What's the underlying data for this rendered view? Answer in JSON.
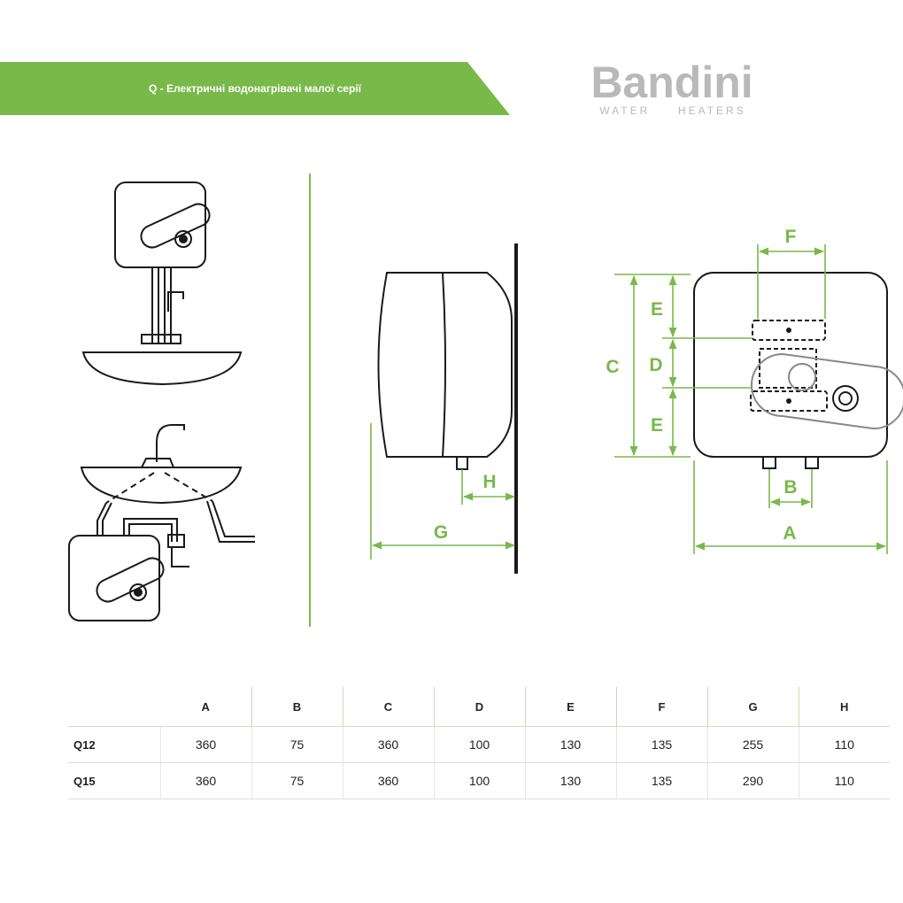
{
  "banner": {
    "title": "Q - Електричні водонагрівачі малої серії",
    "color": "#78b94a"
  },
  "logo": {
    "name": "Bandini",
    "tagline": "WATER     HEATERS"
  },
  "diagram": {
    "accent_color": "#78b94a",
    "labels": {
      "A": "A",
      "B": "B",
      "C": "C",
      "D": "D",
      "E_top": "E",
      "E_bottom": "E",
      "F": "F",
      "G": "G",
      "H": "H"
    }
  },
  "table": {
    "columns": [
      "A",
      "B",
      "C",
      "D",
      "E",
      "F",
      "G",
      "H"
    ],
    "rows": [
      {
        "model": "Q12",
        "values": [
          "360",
          "75",
          "360",
          "100",
          "130",
          "135",
          "255",
          "110"
        ]
      },
      {
        "model": "Q15",
        "values": [
          "360",
          "75",
          "360",
          "100",
          "130",
          "135",
          "290",
          "110"
        ]
      }
    ]
  }
}
